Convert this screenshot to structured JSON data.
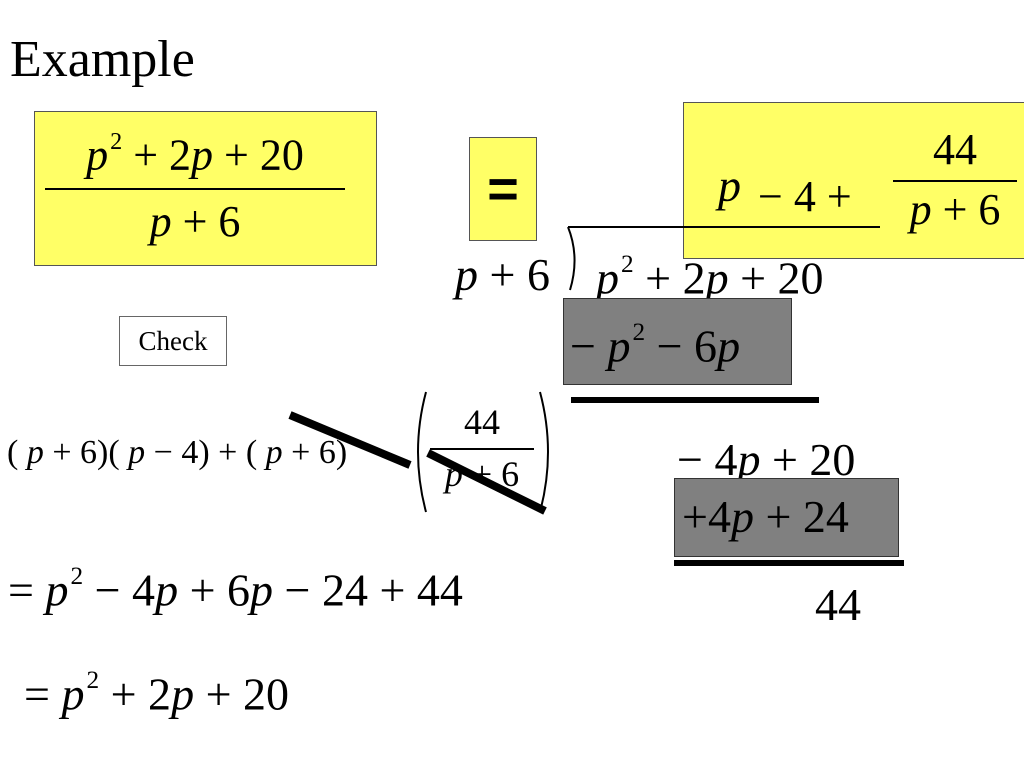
{
  "title": "Example",
  "problem": {
    "numerator": {
      "a": "p",
      "b": "2",
      "c": " + 2",
      "d": "p",
      "e": " + 20"
    },
    "denominator": {
      "a": "p",
      "b": " + 6"
    }
  },
  "equals_sign": "=",
  "result": {
    "p": "p",
    "minus4plus": " − 4 + ",
    "frac_num": "44",
    "frac_den_p": "p",
    "frac_den_rest": " + 6"
  },
  "division": {
    "divisor_p": "p",
    "divisor_rest": " + 6",
    "dividend": {
      "a": "p",
      "b": "2",
      "c": " + 2",
      "d": "p",
      "e": " + 20"
    },
    "sub1": {
      "a": "− ",
      "b": "p",
      "c": "2",
      "d": " − 6",
      "e": "p"
    },
    "rem1": {
      "a": "− 4",
      "b": "p",
      "c": " + 20"
    },
    "sub2": {
      "a": "+4",
      "b": "p",
      "c": " + 24"
    },
    "remainder": "44"
  },
  "check_button": "Check",
  "check": {
    "line1": {
      "a": "( ",
      "b": "p",
      "c": " + 6)( ",
      "d": "p",
      "e": " − 4) + ( ",
      "f": "p",
      "g": " + 6)",
      "frac_num": "44",
      "frac_den_p": "p",
      "frac_den_rest": " + 6"
    },
    "line2": {
      "a": "= ",
      "b": "p",
      "c": "2",
      "d": " − 4",
      "e": "p",
      "f": " + 6",
      "g": "p",
      "h": " − 24 + 44"
    },
    "line3": {
      "a": "= ",
      "b": "p",
      "c": "2",
      "d": " + 2",
      "e": "p",
      "f": " + 20"
    }
  },
  "colors": {
    "highlight": "#ffff66",
    "subtract_box": "#808080"
  }
}
